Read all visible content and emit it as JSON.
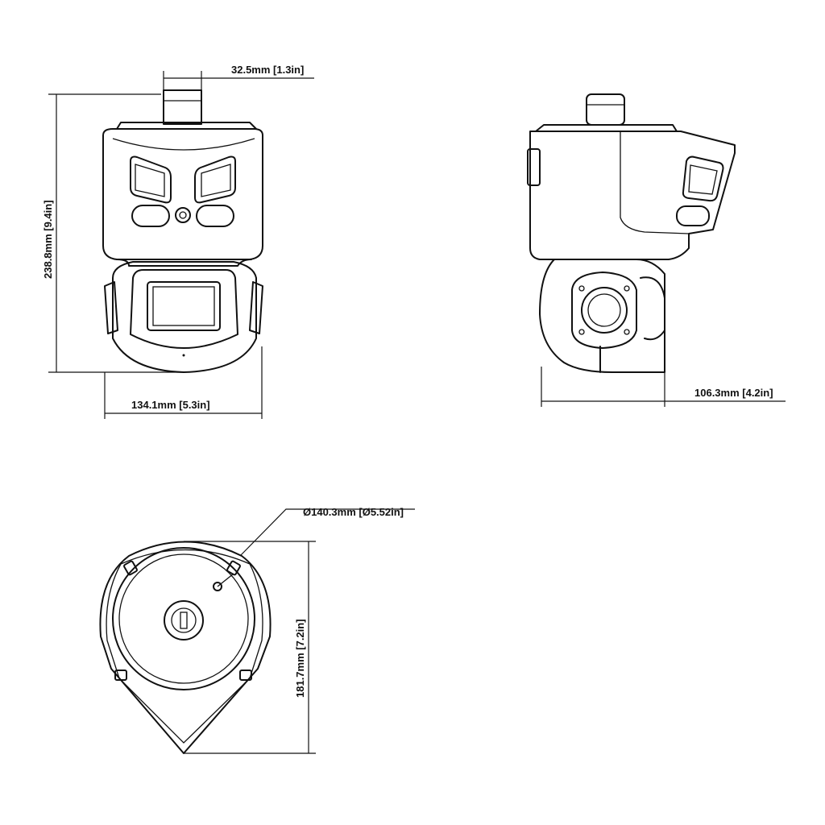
{
  "dimensions": {
    "mount_width": "32.5mm [1.3in]",
    "height": "238.8mm [9.4in]",
    "front_width": "134.1mm [5.3in]",
    "side_depth": "106.3mm [4.2in]",
    "bottom_diameter": "Ø140.3mm [Ø5.52in]",
    "bottom_length": "181.7mm [7.2in]"
  }
}
